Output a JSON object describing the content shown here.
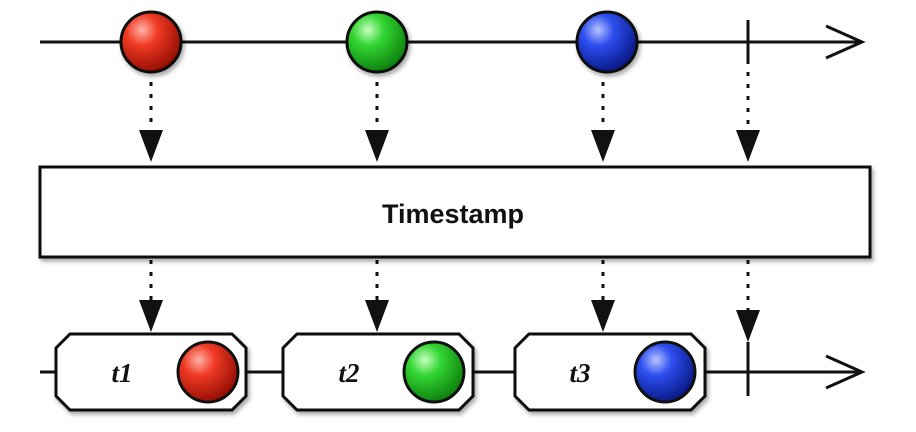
{
  "operator": {
    "label": "Timestamp"
  },
  "input_items": [
    {
      "color": "#e11d0f"
    },
    {
      "color": "#22c322"
    },
    {
      "color": "#1f3fd8"
    }
  ],
  "output_items": [
    {
      "label": "t1",
      "color": "#e11d0f"
    },
    {
      "label": "t2",
      "color": "#22c322"
    },
    {
      "label": "t3",
      "color": "#1f3fd8"
    }
  ],
  "completion": true,
  "icons": [
    "timeline-arrow-icon",
    "completion-tick-icon",
    "down-arrow-icon"
  ]
}
